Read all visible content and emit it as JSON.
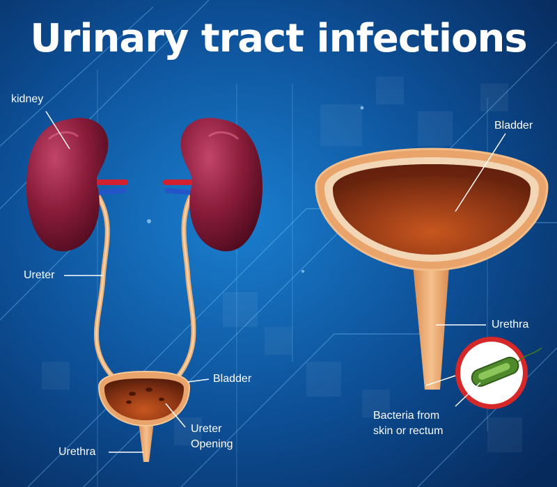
{
  "title": "Urinary tract infections",
  "labels": {
    "kidney": "kidney",
    "ureter": "Ureter",
    "bladder_small": "Bladder",
    "ureter_opening_line1": "Ureter",
    "ureter_opening_line2": "Opening",
    "urethra_small": "Urethra",
    "bladder_large": "Bladder",
    "urethra_large": "Urethra",
    "bacteria_line1": "Bacteria from",
    "bacteria_line2": "skin or rectum"
  },
  "colors": {
    "background": "#0b3d7a",
    "kidney": "#7a1430",
    "bladder_wall": "#e9a46c",
    "bladder_inner": "#b84a1e",
    "infection_ring": "#d62828",
    "bacterium": "#4e8a2c"
  }
}
